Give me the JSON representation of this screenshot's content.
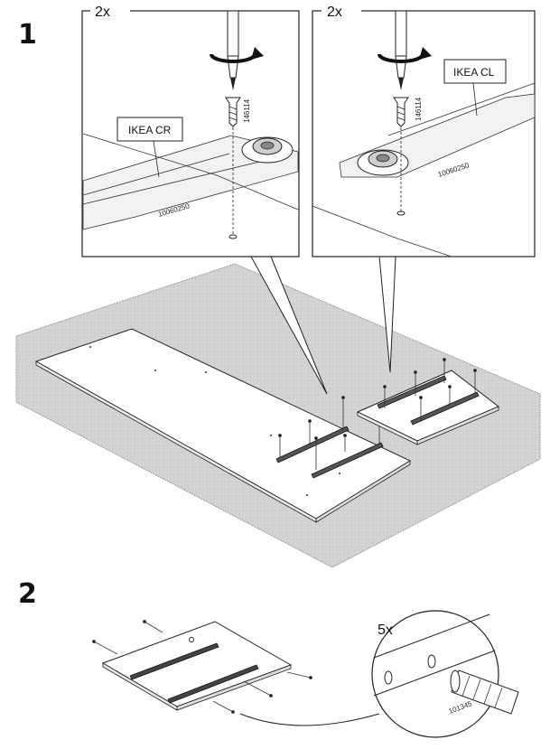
{
  "steps": [
    {
      "number": "1",
      "details": [
        {
          "count": "2x",
          "label": "IKEA CR",
          "screw_code": "146114",
          "part_code": "10060250"
        },
        {
          "count": "2x",
          "label": "IKEA CL",
          "screw_code": "146114",
          "part_code": "10060250"
        }
      ]
    },
    {
      "number": "2",
      "detail": {
        "count": "5x",
        "dowel_code": "101345"
      }
    }
  ],
  "icons": {
    "screwdriver": "screwdriver-icon",
    "rotation": "clockwise-rotation-arrow-icon",
    "screw": "screw-icon",
    "dowel": "wooden-dowel-icon"
  }
}
